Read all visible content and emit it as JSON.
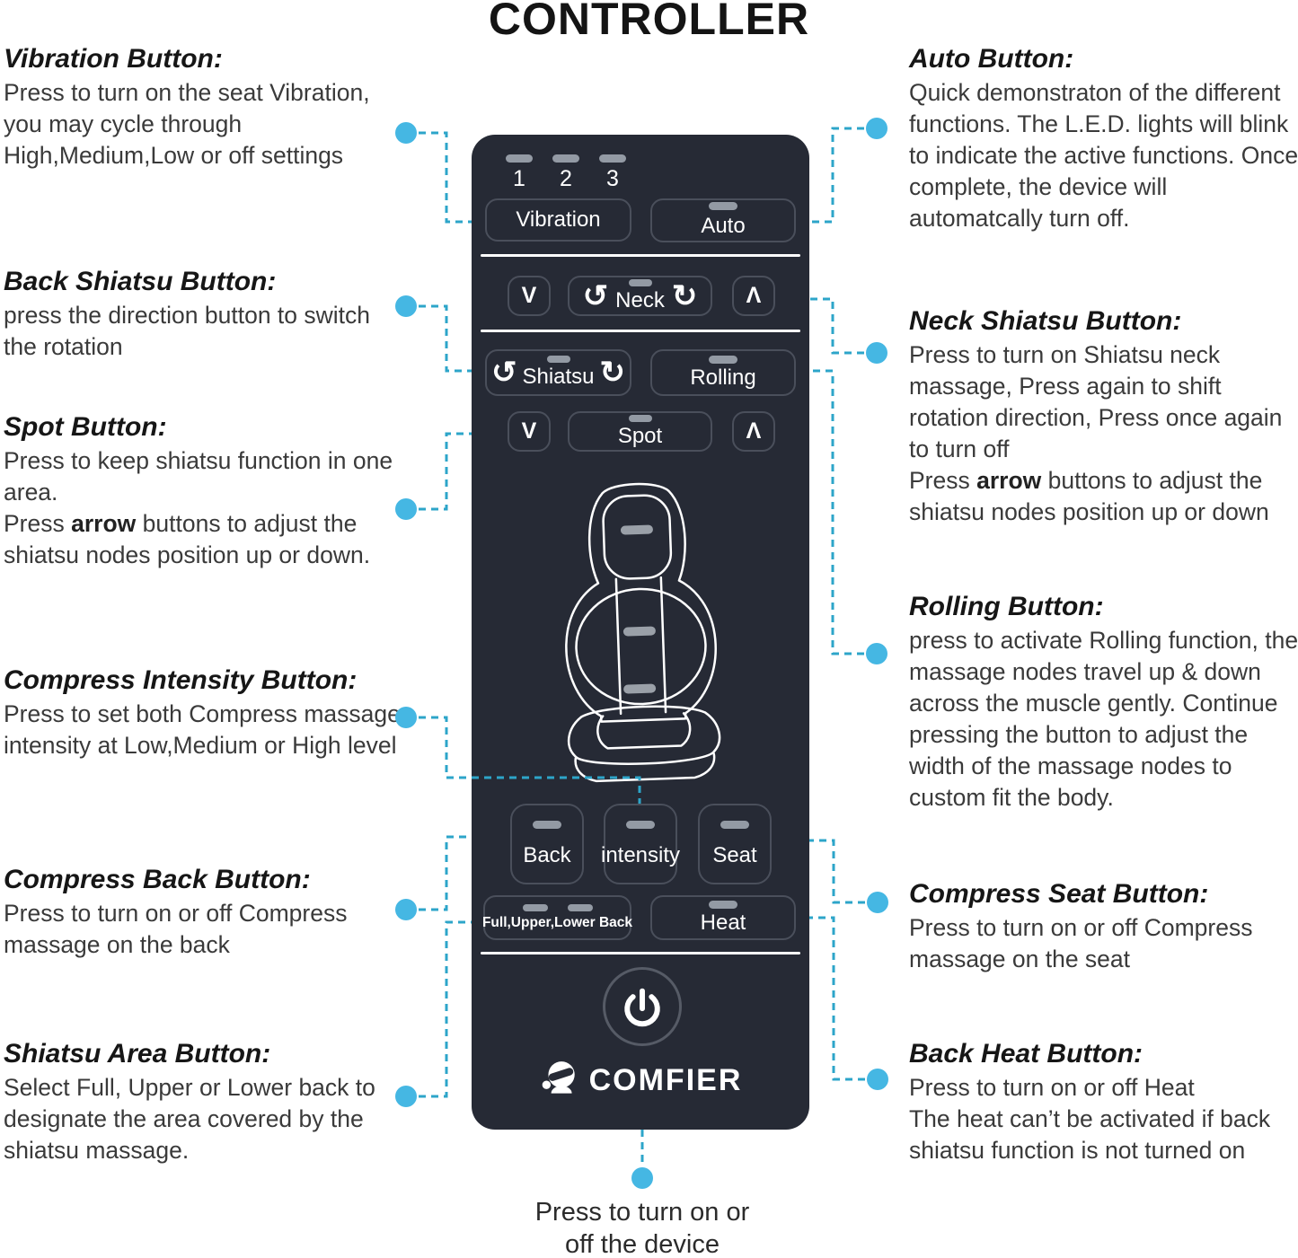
{
  "title": "CONTROLLER",
  "colors": {
    "remote_background": "#262a35",
    "button_border": "#4a4f5b",
    "led_gray": "#939aa4",
    "accent_dot": "#45b7e3",
    "dash_line": "#2da5c9",
    "text_dark": "#1c1c1c"
  },
  "annotations": {
    "vibration": {
      "heading": "Vibration Button:",
      "body": "Press to turn on the seat Vibration, you may cycle through High,Medium,Low or off settings"
    },
    "back_shiatsu": {
      "heading": "Back Shiatsu Button:",
      "body": "press the direction button to switch the rotation"
    },
    "spot": {
      "heading": "Spot Button:",
      "body1": "Press to keep shiatsu function in one area.",
      "body2_pre": "Press ",
      "body2_bold": "arrow",
      "body2_post": " buttons to adjust the shiatsu nodes position up or down."
    },
    "compress_intensity": {
      "heading": "Compress Intensity Button:",
      "body": "Press to set both Compress massage intensity at Low,Medium or High level"
    },
    "compress_back": {
      "heading": "Compress Back Button:",
      "body": "Press to turn on or off Compress massage on the back"
    },
    "shiatsu_area": {
      "heading": "Shiatsu Area Button:",
      "body": "Select Full, Upper or Lower back to designate the area covered by the shiatsu massage."
    },
    "auto": {
      "heading": "Auto Button:",
      "body": "Quick demonstraton of the different functions. The L.E.D. lights will blink to indicate the active functions. Once complete, the device will automatcally turn off."
    },
    "neck_shiatsu": {
      "heading": "Neck Shiatsu Button:",
      "body1": "Press to turn on Shiatsu neck massage, Press again to shift rotation direction, Press once again to turn off",
      "body2_pre": "Press ",
      "body2_bold": "arrow",
      "body2_post": " buttons to adjust the shiatsu nodes position up or down"
    },
    "rolling": {
      "heading": "Rolling Button:",
      "body": "press to activate Rolling function, the massage nodes travel up & down across the muscle gently. Continue pressing the button to adjust the width of the massage nodes to custom fit the body."
    },
    "compress_seat": {
      "heading": "Compress Seat Button:",
      "body": "Press to turn on or off Compress massage on the seat"
    },
    "back_heat": {
      "heading": "Back Heat Button:",
      "body1": "Press to turn on or off Heat",
      "body2": "The heat can’t be activated if back shiatsu function is not turned on"
    }
  },
  "remote": {
    "led_labels": [
      "1",
      "2",
      "3"
    ],
    "vibration": "Vibration",
    "auto": "Auto",
    "neck": "Neck",
    "shiatsu": "Shiatsu",
    "rolling": "Rolling",
    "spot": "Spot",
    "back": "Back",
    "intensity": "intensity",
    "seat": "Seat",
    "full_upper_lower": "Full,Upper,Lower Back",
    "heat": "Heat",
    "brand": "COMFIER",
    "down_glyph": "V",
    "up_glyph": "Λ",
    "ccw_glyph": "↺",
    "cw_glyph": "↻"
  },
  "footer": {
    "line1": "Press to turn on or",
    "line2": "off the device"
  }
}
